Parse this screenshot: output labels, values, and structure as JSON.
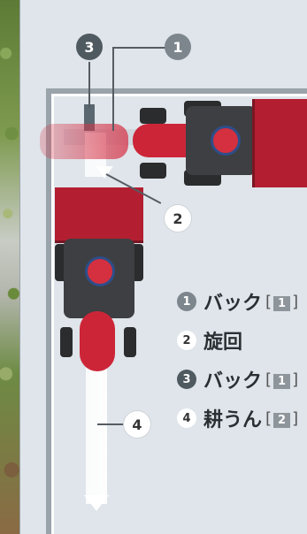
{
  "diagram": {
    "markers": {
      "m1": "1",
      "m2": "2",
      "m3": "3",
      "m4": "4"
    },
    "legend": [
      {
        "num": "1",
        "label": "バック",
        "speed": "1"
      },
      {
        "num": "2",
        "label": "旋回",
        "speed": ""
      },
      {
        "num": "3",
        "label": "バック",
        "speed": "1"
      },
      {
        "num": "4",
        "label": "耕うん",
        "speed": "2"
      }
    ],
    "bracket_open": "[",
    "bracket_close": "]",
    "colors": {
      "tractor_red": "#cd2538",
      "marker_gray": "#7d868d",
      "marker_dark": "#4f5a60",
      "field_bg": "#dfe5ea"
    }
  }
}
